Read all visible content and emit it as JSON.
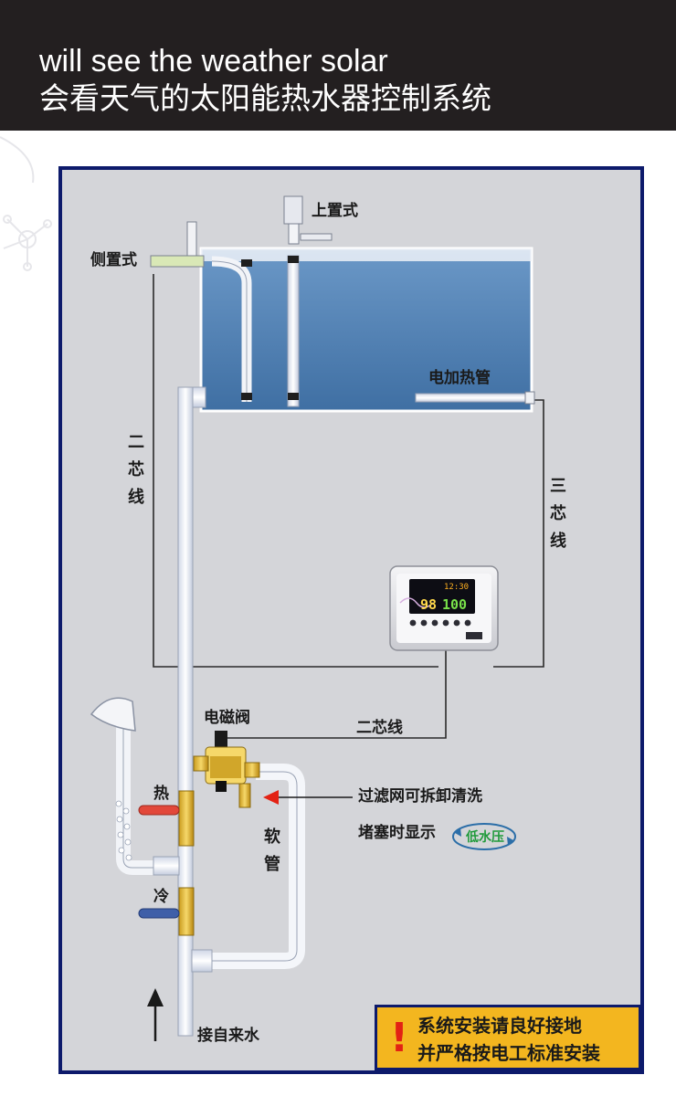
{
  "header": {
    "title_en": "will see the weather solar",
    "title_cn": "会看天气的太阳能热水器控制系统"
  },
  "labels": {
    "top_mounted": "上置式",
    "side_mounted": "侧置式",
    "electric_heater": "电加热管",
    "two_core_wire_left": "二芯线",
    "three_core_wire": "三芯线",
    "two_core_wire_bottom": "二芯线",
    "solenoid_valve": "电磁阀",
    "filter_note": "过滤网可拆卸清洗",
    "blockage_note": "堵塞时显示",
    "low_pressure": "低水压",
    "hose": "软管",
    "hot": "热",
    "cold": "冷",
    "tap_water": "接自来水"
  },
  "controller": {
    "temperature": "98",
    "water_level": "100",
    "clock": "12:30"
  },
  "warning": {
    "mark": "!",
    "line1": "系统安装请良好接地",
    "line2": "并严格按电工标准安装"
  },
  "colors": {
    "frame": "#0d1a6b",
    "panel": "#d4d5d9",
    "tank": "#4f7fb3",
    "warning_bg": "#f3b61f",
    "arrow_red": "#e32214"
  }
}
